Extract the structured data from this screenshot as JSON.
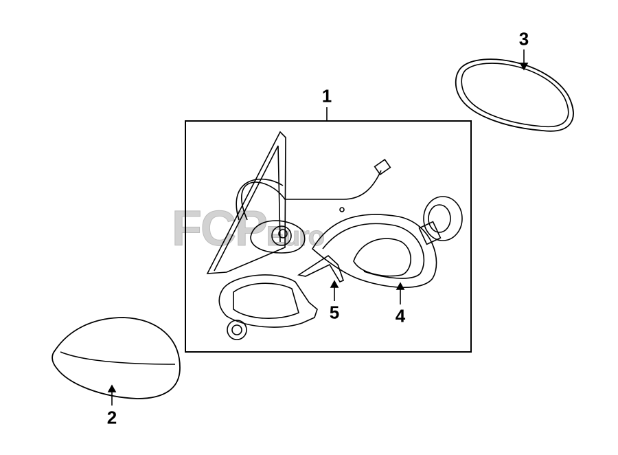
{
  "callouts": {
    "c1": "1",
    "c2": "2",
    "c3": "3",
    "c4": "4",
    "c5": "5"
  },
  "watermark": {
    "brand": "FCP",
    "suffix": "Euro"
  }
}
